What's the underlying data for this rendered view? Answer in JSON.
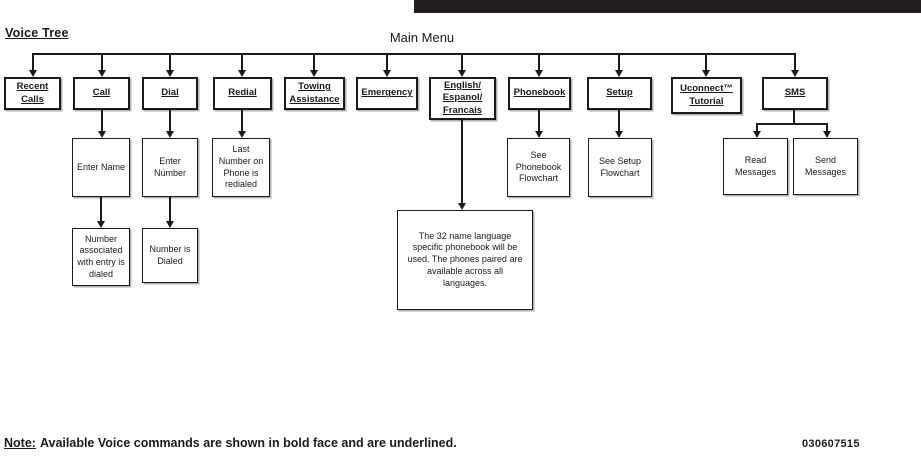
{
  "page": {
    "title": "Voice Tree",
    "main_menu_label": "Main Menu",
    "note_label": "Note:",
    "note_text": "Available Voice commands are shown in bold face and are underlined.",
    "doc_number": "030607515"
  },
  "tree": {
    "commands": {
      "recent_calls": "Recent Calls",
      "call": "Call",
      "dial": "Dial",
      "redial": "Redial",
      "towing_assistance": "Towing Assistance",
      "emergency": "Emergency",
      "language": "English/ Espanol/ Francais",
      "phonebook": "Phonebook",
      "setup": "Setup",
      "uconnect_tutorial": "Uconnect™ Tutorial",
      "sms": "SMS"
    },
    "results": {
      "enter_name": "Enter Name",
      "enter_number": "Enter Number",
      "last_number": "Last Number on Phone is redialed",
      "number_associated": "Number associated with entry is dialed",
      "number_dialed": "Number is Dialed",
      "language_note": "The 32 name language specific phonebook will be used. The phones paired are available across all languages.",
      "see_phonebook": "See Phonebook Flowchart",
      "see_setup": "See Setup Flowchart",
      "read_messages": "Read Messages",
      "send_messages": "Send Messages"
    }
  }
}
